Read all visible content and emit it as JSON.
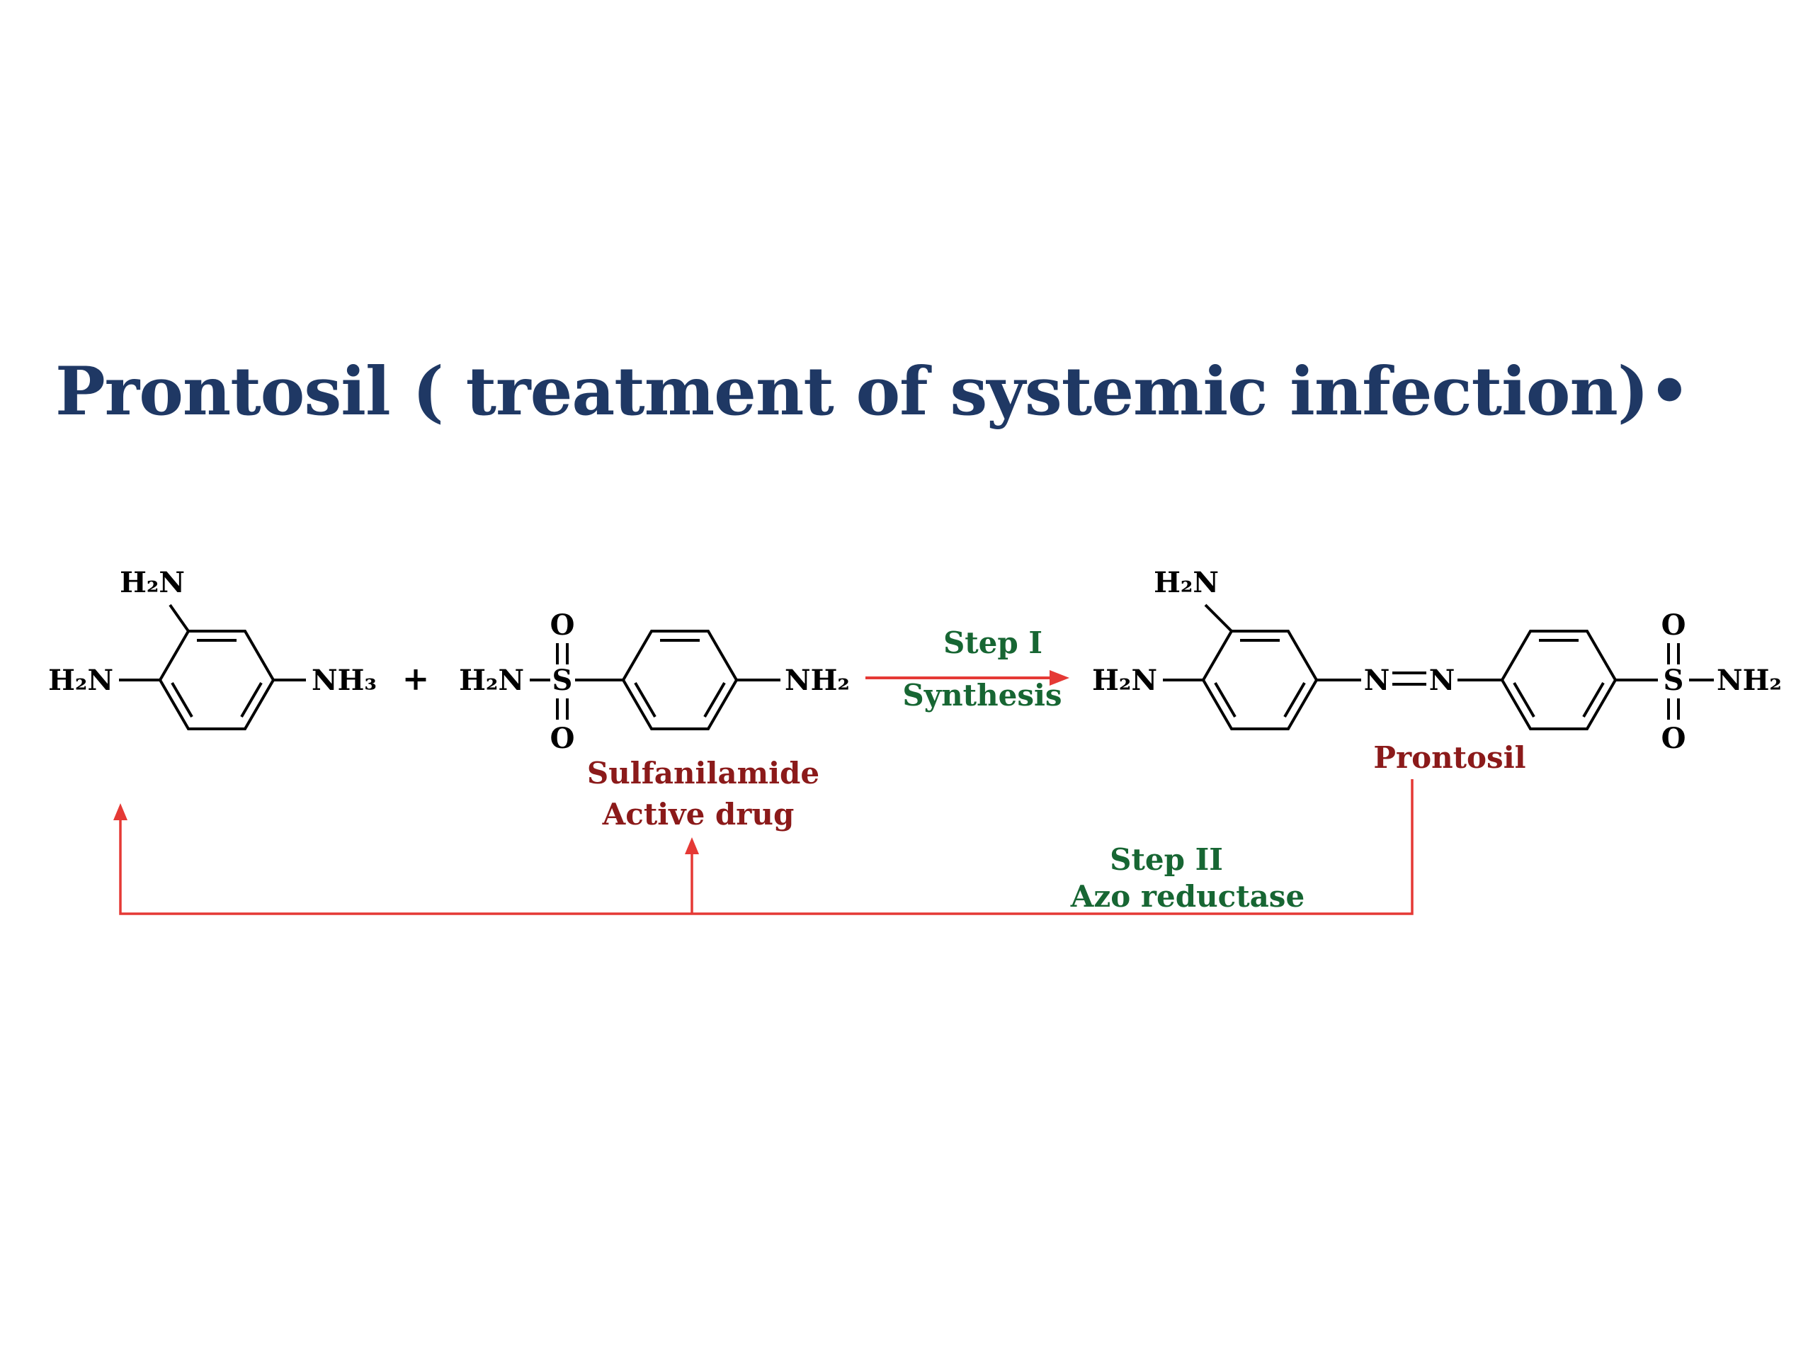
{
  "title": "Prontosil ( treatment of systemic infection)•",
  "colors": {
    "title": "#1f3864",
    "structure": "#000000",
    "compound_label": "#8b1a1a",
    "step_label": "#176633",
    "arrow": "#e53935",
    "background": "#ffffff"
  },
  "scheme": {
    "triaminobenzene": {
      "amine_top": "H₂N",
      "amine_left": "H₂N",
      "ammonium_right": "NH₃"
    },
    "plus_sign": "+",
    "sulfanilamide": {
      "amine_left": "H₂N",
      "sulfur": "S",
      "oxygen_top": "O",
      "oxygen_bottom": "O",
      "amine_right": "NH₂",
      "name": "Sulfanilamide",
      "subtitle": "Active drug"
    },
    "step1": {
      "title": "Step I",
      "subtitle": "Synthesis"
    },
    "prontosil": {
      "amine_top": "H₂N",
      "amine_left": "H₂N",
      "azo_n1": "N",
      "azo_n2": "N",
      "sulfur": "S",
      "oxygen_top": "O",
      "oxygen_bottom": "O",
      "amide_right": "NH₂",
      "name": "Prontosil"
    },
    "step2": {
      "title": "Step II",
      "subtitle": "Azo reductase"
    }
  }
}
